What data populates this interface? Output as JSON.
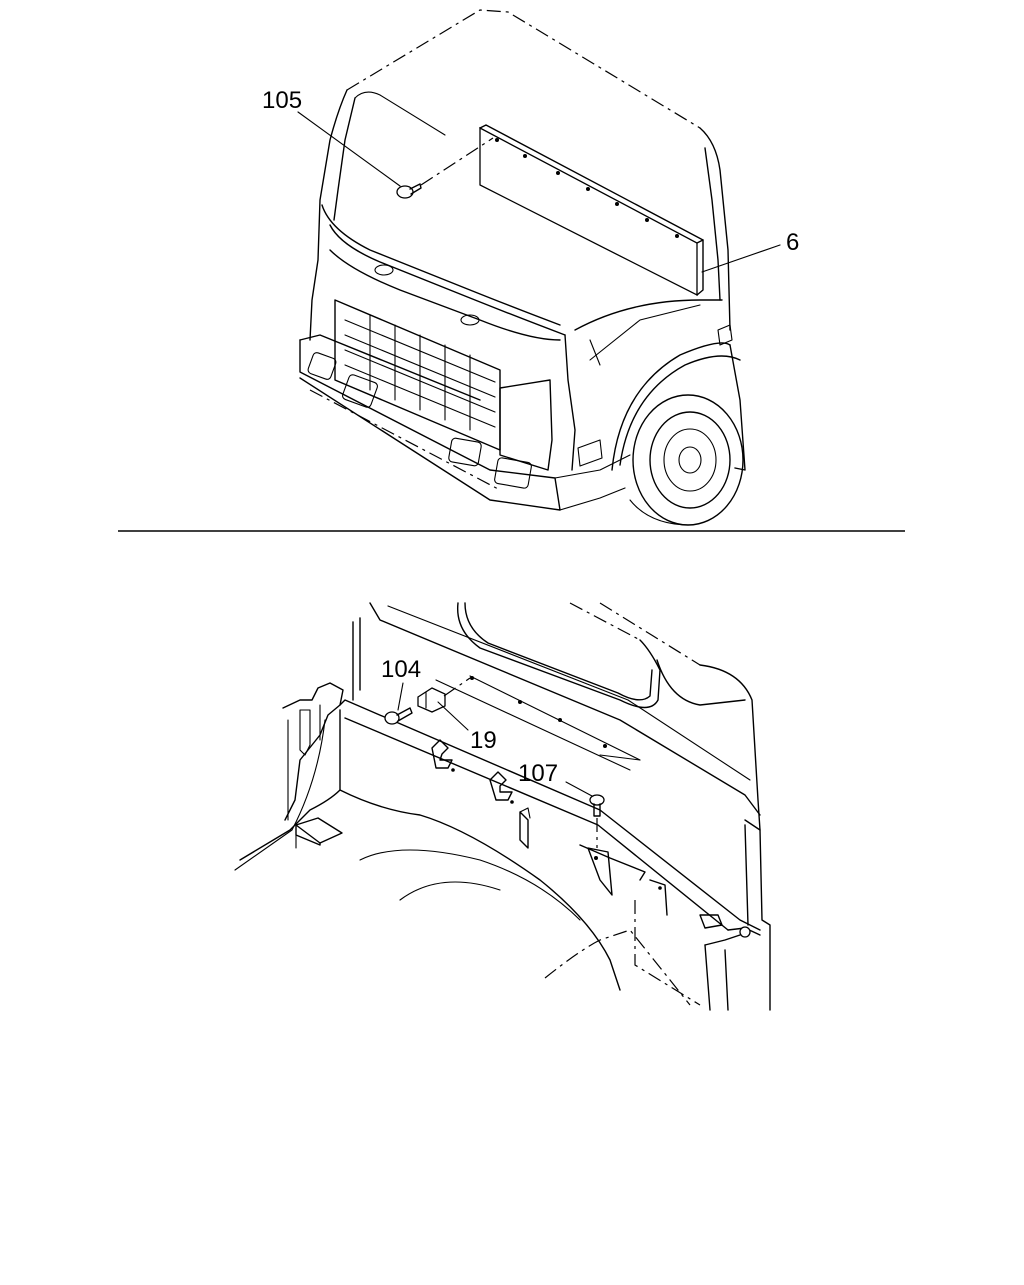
{
  "callouts": {
    "top": {
      "screw": "105",
      "panel": "6"
    },
    "bottom": {
      "screw": "104",
      "clip": "19",
      "bolt": "107"
    }
  }
}
